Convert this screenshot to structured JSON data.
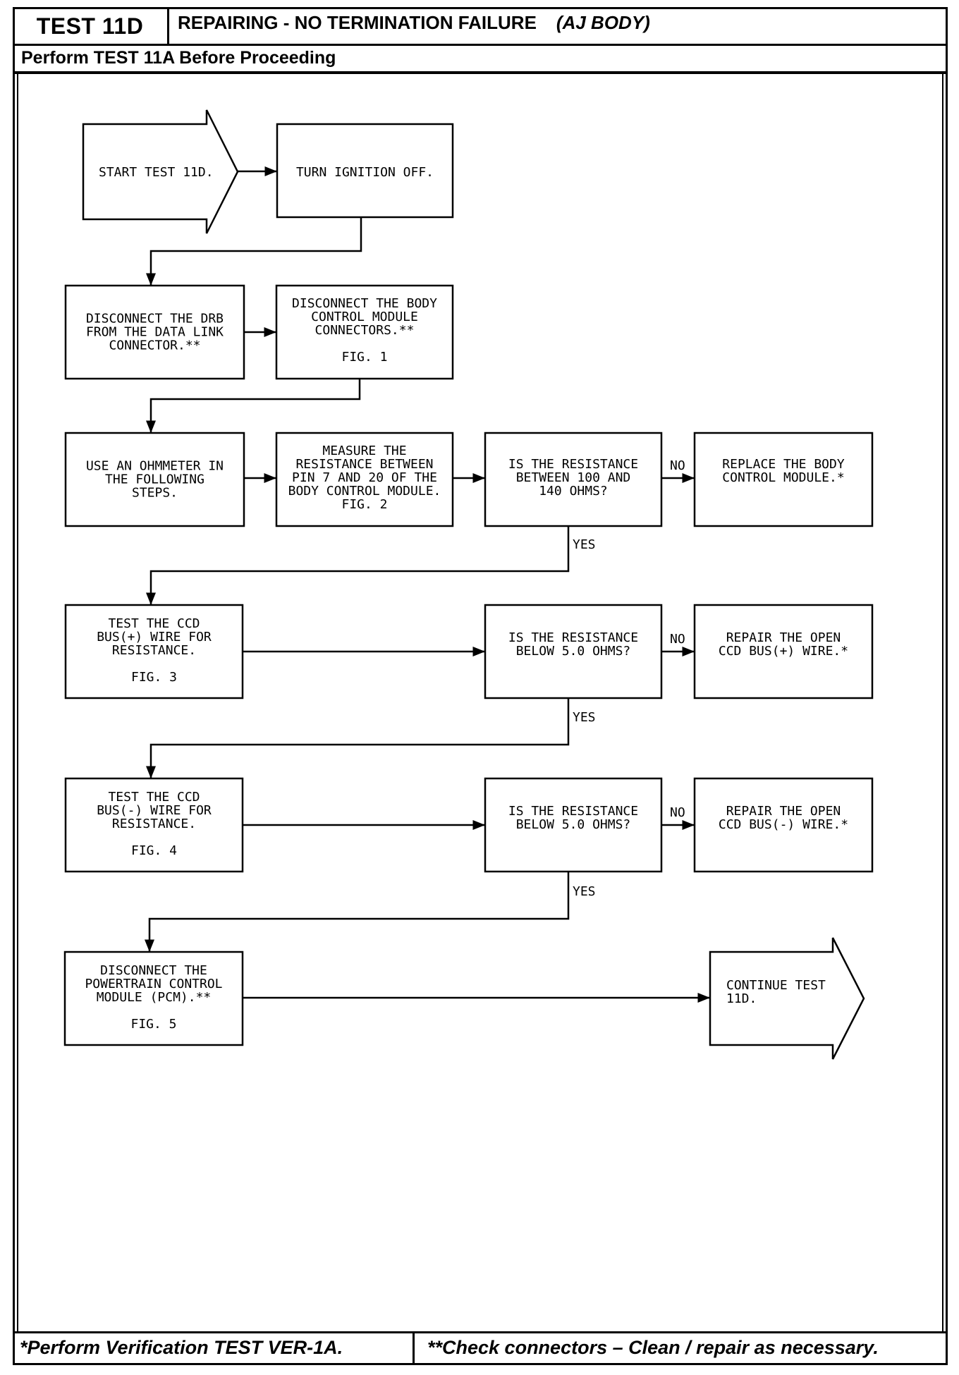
{
  "header": {
    "test_id": "TEST 11D",
    "title": "REPAIRING - NO TERMINATION FAILURE",
    "subtitle": "(AJ BODY)",
    "perform": "Perform TEST 11A Before Proceeding"
  },
  "flow": {
    "start": [
      "START TEST 11D."
    ],
    "ignition_off": [
      "TURN IGNITION OFF."
    ],
    "disconnect_drb": [
      "DISCONNECT THE DRB",
      "FROM THE DATA LINK",
      "CONNECTOR.**"
    ],
    "disconnect_bcm": [
      "DISCONNECT THE BODY",
      "CONTROL MODULE",
      "CONNECTORS.**",
      "",
      "FIG. 1"
    ],
    "use_ohmmeter": [
      "USE AN OHMMETER IN",
      "THE FOLLOWING",
      "STEPS."
    ],
    "measure": [
      "MEASURE THE",
      "RESISTANCE BETWEEN",
      "PIN 7 AND 20 OF THE",
      "BODY CONTROL MODULE.",
      "FIG. 2"
    ],
    "q_resistance_100_140": [
      "IS THE RESISTANCE",
      "BETWEEN 100 AND",
      "140 OHMS?"
    ],
    "replace_bcm": [
      "REPLACE THE BODY",
      "CONTROL MODULE.*"
    ],
    "test_bus_plus": [
      "TEST THE CCD",
      "BUS(+) WIRE FOR",
      "RESISTANCE.",
      "",
      "FIG. 3"
    ],
    "q_below_5_a": [
      "IS THE RESISTANCE",
      "BELOW 5.0 OHMS?"
    ],
    "repair_bus_plus": [
      "REPAIR THE OPEN",
      "CCD BUS(+) WIRE.*"
    ],
    "test_bus_minus": [
      "TEST THE CCD",
      "BUS(-) WIRE FOR",
      "RESISTANCE.",
      "",
      "FIG. 4"
    ],
    "q_below_5_b": [
      "IS THE RESISTANCE",
      "BELOW 5.0 OHMS?"
    ],
    "repair_bus_minus": [
      "REPAIR THE OPEN",
      "CCD BUS(-) WIRE.*"
    ],
    "disconnect_pcm": [
      "DISCONNECT THE",
      "POWERTRAIN CONTROL",
      "MODULE (PCM).**",
      "",
      "FIG. 5"
    ],
    "continue": [
      "CONTINUE TEST",
      "11D."
    ],
    "labels": {
      "no": "NO",
      "yes": "YES"
    }
  },
  "footer": {
    "left": "*Perform Verification TEST VER-1A.",
    "right": "**Check connectors – Clean / repair as necessary."
  }
}
